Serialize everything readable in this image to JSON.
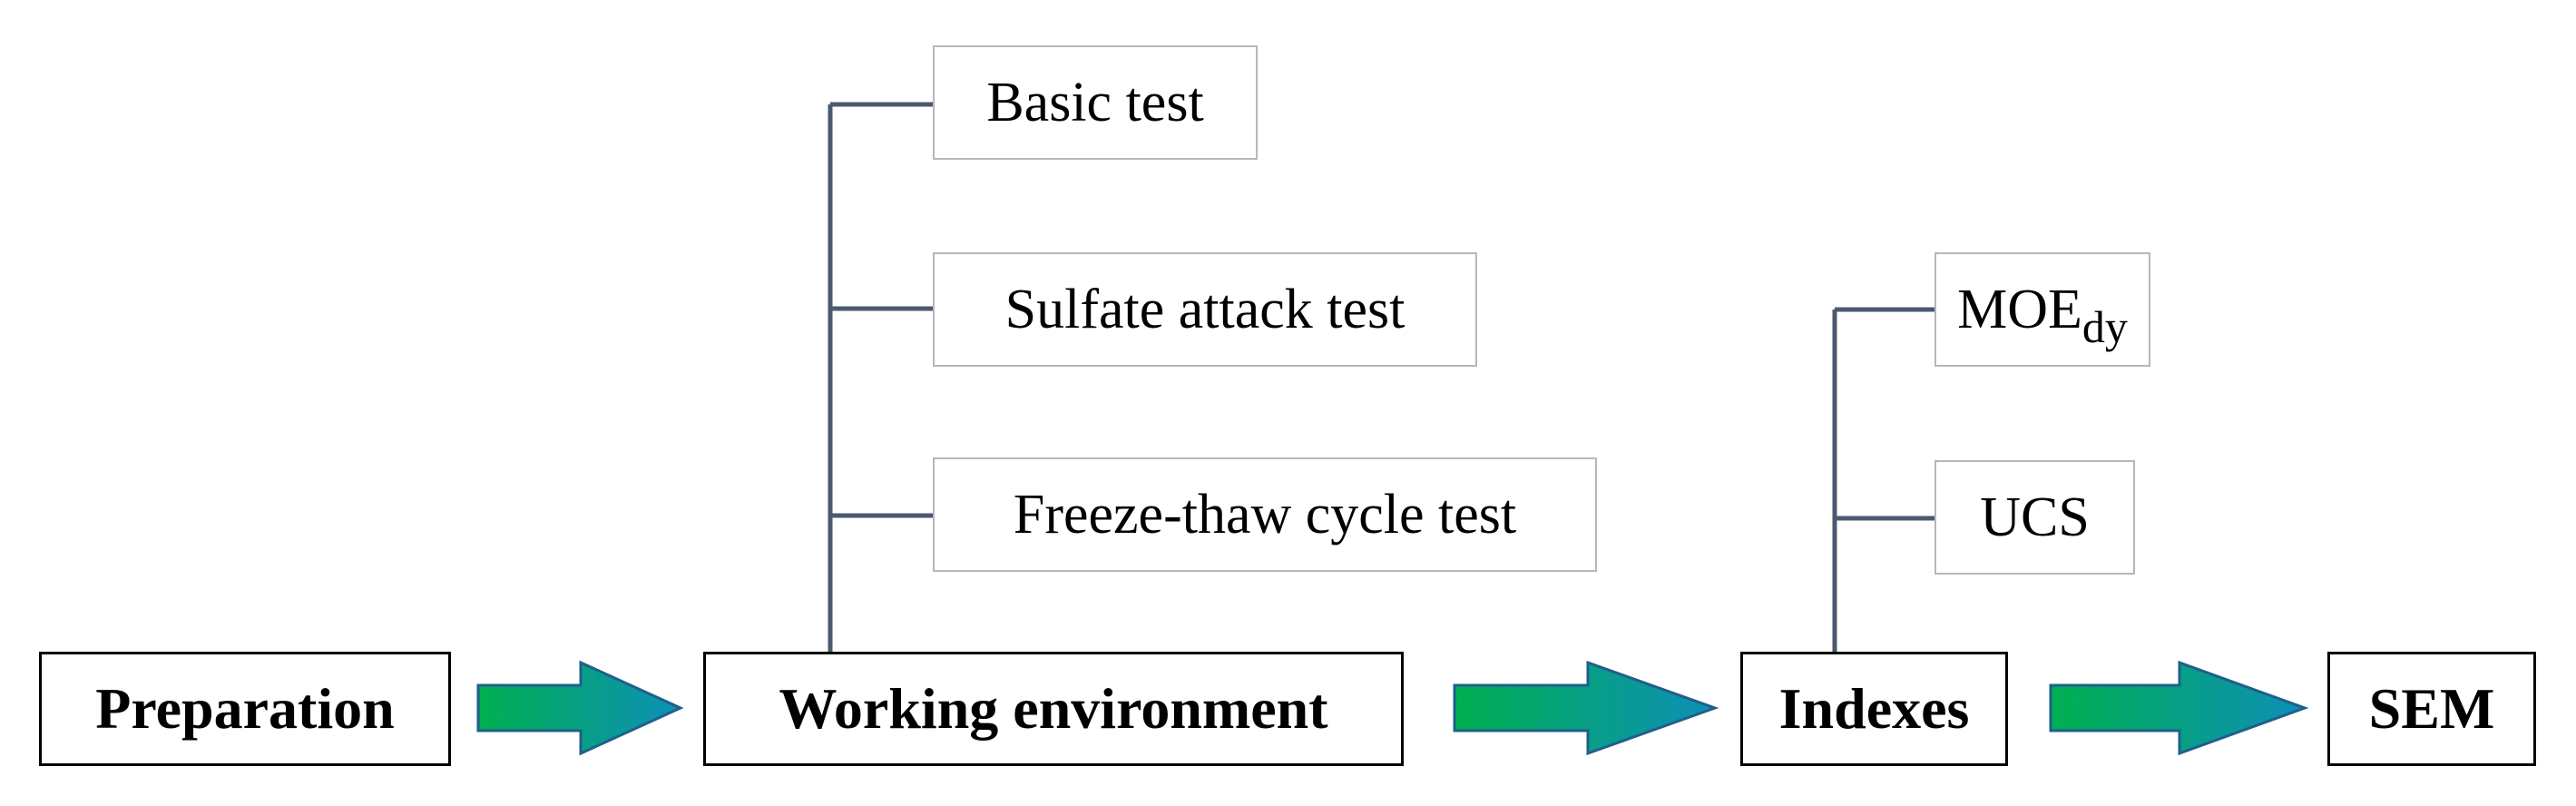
{
  "process_boxes": {
    "preparation": "Preparation",
    "working_environment": "Working environment",
    "indexes": "Indexes",
    "sem": "SEM"
  },
  "environment_tests": {
    "basic": "Basic test",
    "sulfate": "Sulfate attack test",
    "freeze_thaw": "Freeze-thaw cycle test"
  },
  "index_items": {
    "moe_main": "MOE",
    "moe_subscript": "dy",
    "ucs": "UCS"
  },
  "colors": {
    "connector_line": "#4a5a6e",
    "arrow_fill_start": "#00b050",
    "arrow_fill_end": "#0e8fb8",
    "arrow_stroke": "#1f5f8b",
    "sub_box_border": "#b7b7b7",
    "main_box_border": "#000000"
  },
  "icons": {
    "flow_arrow": "block-right-arrow-icon"
  }
}
